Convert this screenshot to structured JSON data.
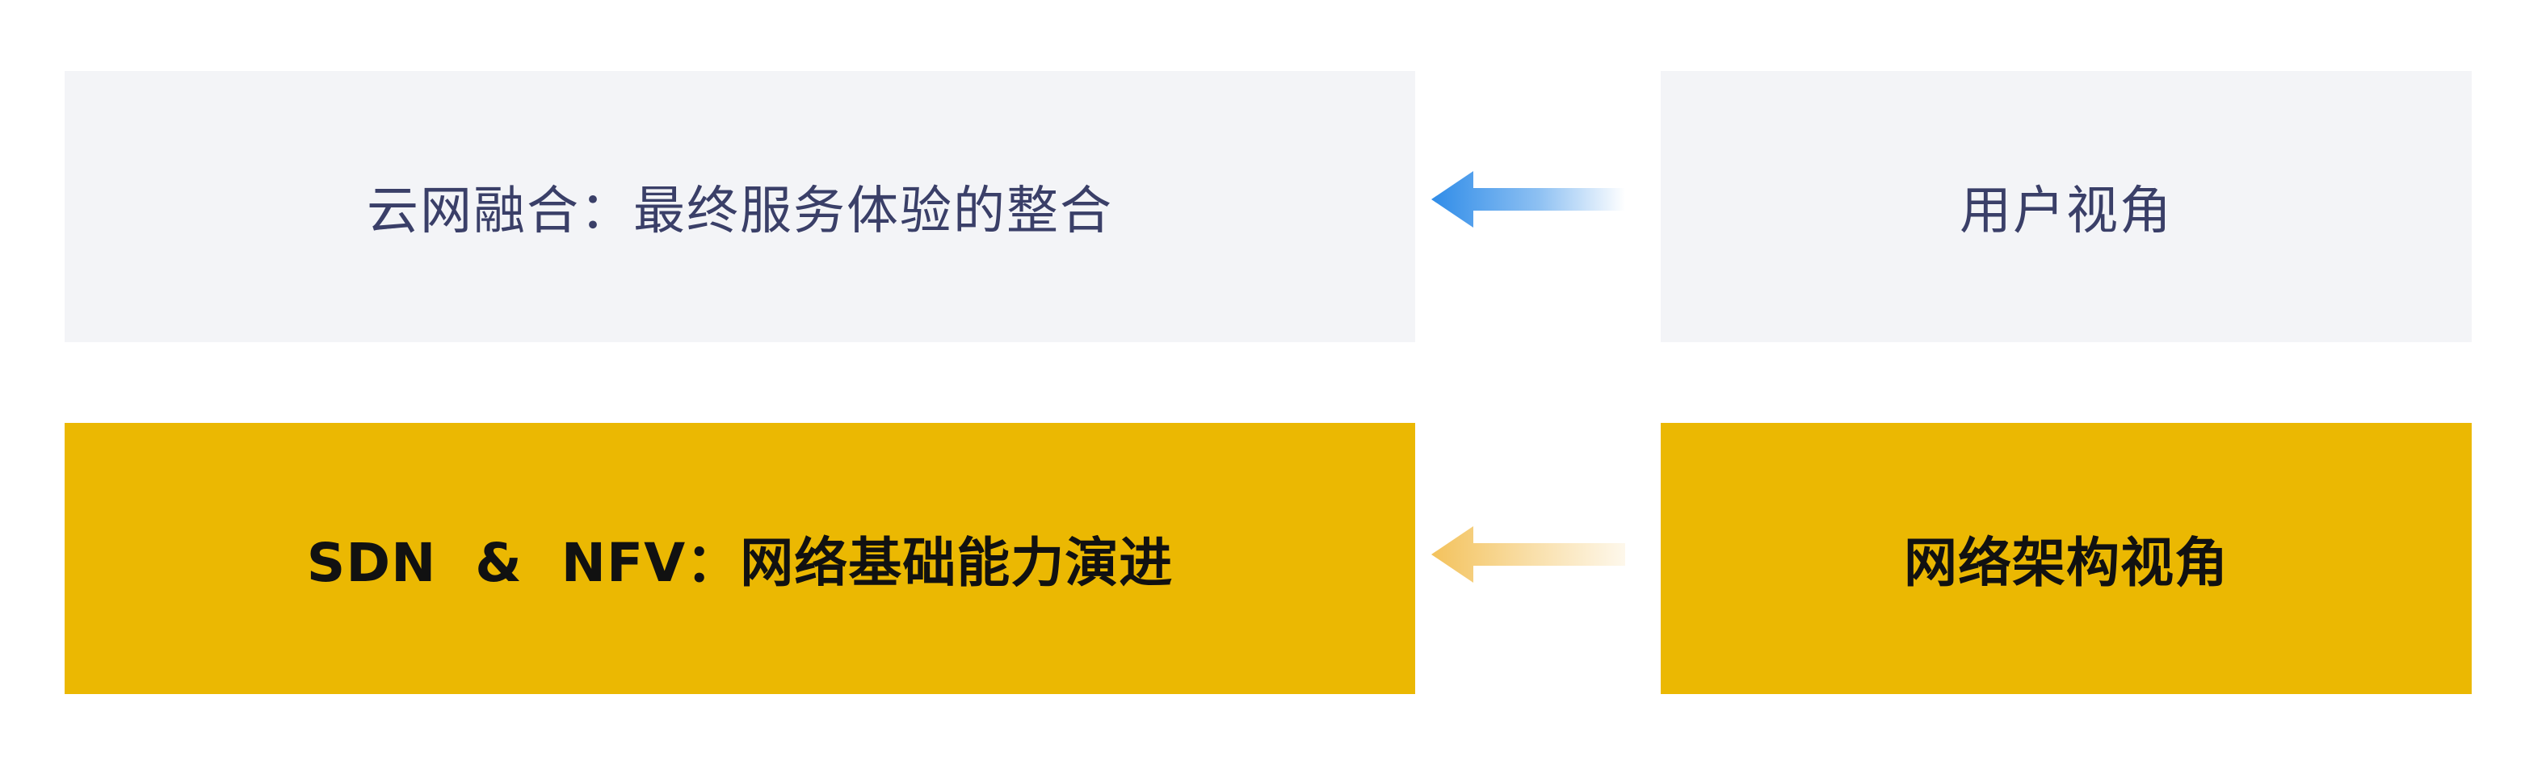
{
  "rows": [
    {
      "left_text": "云网融合：最终服务体验的整合",
      "right_text": "用户视角",
      "style": "light",
      "arrow_color": "#2f8ce8"
    },
    {
      "left_text": "SDN  &  NFV：网络基础能力演进",
      "right_text": "网络架构视角",
      "style": "gold",
      "arrow_color": "#f3c25c"
    }
  ],
  "colors": {
    "light_bg": "#f3f4f7",
    "light_text": "#3a3f68",
    "gold_bg": "#ebb802",
    "gold_text": "#111111"
  }
}
